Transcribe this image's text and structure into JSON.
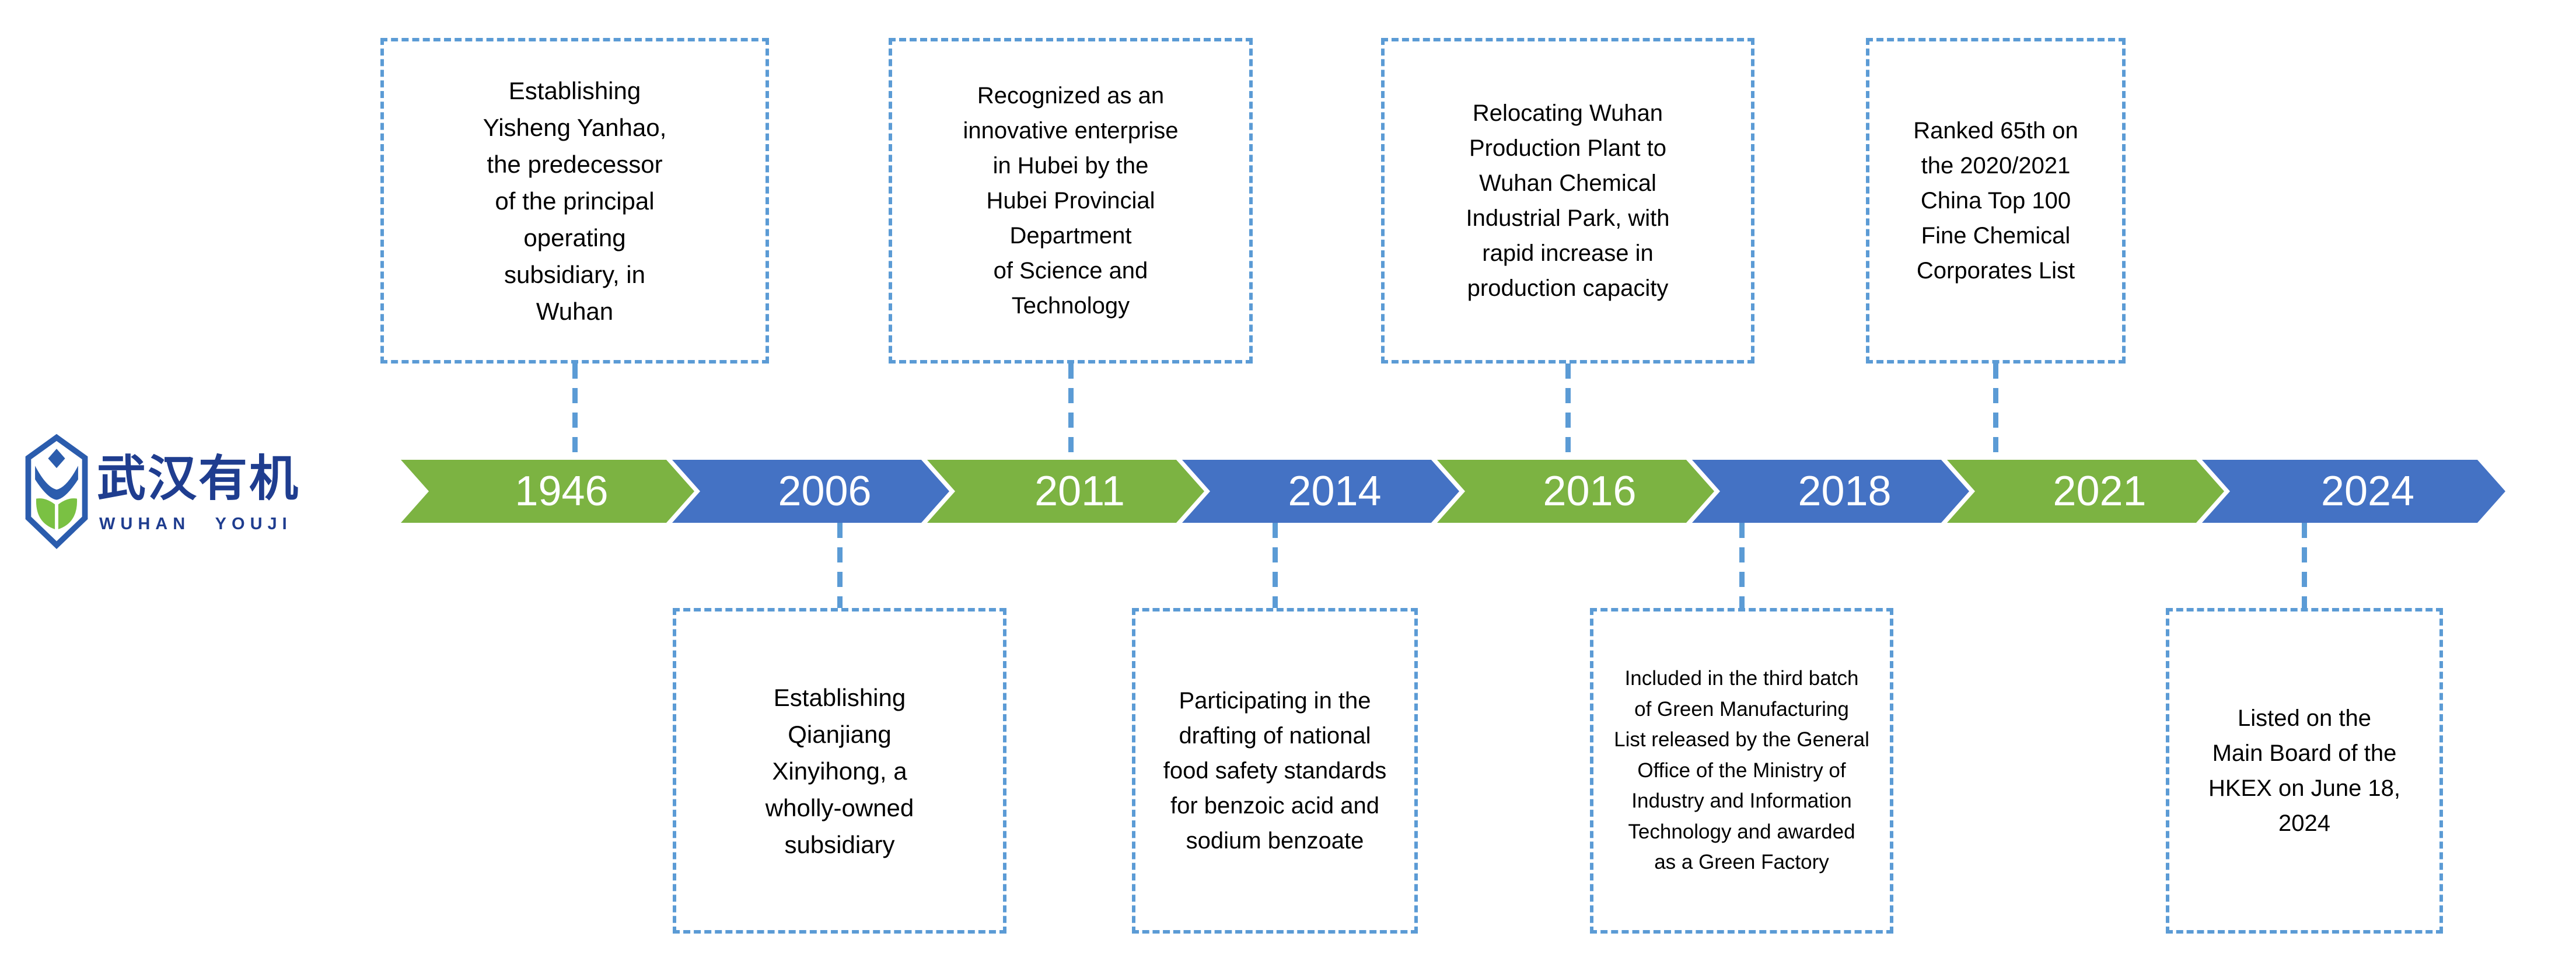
{
  "logo": {
    "chinese": "武汉有机",
    "latin": "WUHAN YOUJI"
  },
  "colors": {
    "green": "#7CB342",
    "blue": "#4472C4",
    "dash_blue": "#5B9BD5",
    "logo_navy": "#1F3D8F",
    "logo_blue": "#2B5CAD",
    "logo_green": "#7AC143",
    "text": "#000000"
  },
  "timeline": {
    "items": [
      {
        "year": "1946",
        "color": "green",
        "position": "above",
        "milestone": "Establishing\nYisheng Yanhao,\nthe predecessor\nof the principal\noperating\nsubsidiary, in\nWuhan"
      },
      {
        "year": "2006",
        "color": "blue",
        "position": "below",
        "milestone": "Establishing\nQianjiang\nXinyihong, a\nwholly-owned\nsubsidiary"
      },
      {
        "year": "2011",
        "color": "green",
        "position": "above",
        "milestone": "Recognized as an\ninnovative enterprise\nin Hubei by the\nHubei Provincial\nDepartment\nof Science and\nTechnology"
      },
      {
        "year": "2014",
        "color": "blue",
        "position": "below",
        "milestone": "Participating in the\ndrafting of national\nfood safety standards\nfor benzoic acid and\nsodium benzoate"
      },
      {
        "year": "2016",
        "color": "green",
        "position": "above",
        "milestone": "Relocating Wuhan\nProduction Plant to\nWuhan Chemical\nIndustrial Park, with\nrapid increase in\nproduction capacity"
      },
      {
        "year": "2018",
        "color": "blue",
        "position": "below",
        "milestone": "Included in the third batch\nof Green Manufacturing\nList released by the General\nOffice of the Ministry of\nIndustry and Information\nTechnology and awarded\nas a Green Factory"
      },
      {
        "year": "2021",
        "color": "green",
        "position": "above",
        "milestone": "Ranked 65th on\nthe 2020/2021\nChina Top 100\nFine Chemical\nCorporates List"
      },
      {
        "year": "2024",
        "color": "blue",
        "position": "below",
        "milestone": "Listed on the\nMain Board of the\nHKEX on June 18,\n2024"
      }
    ]
  }
}
